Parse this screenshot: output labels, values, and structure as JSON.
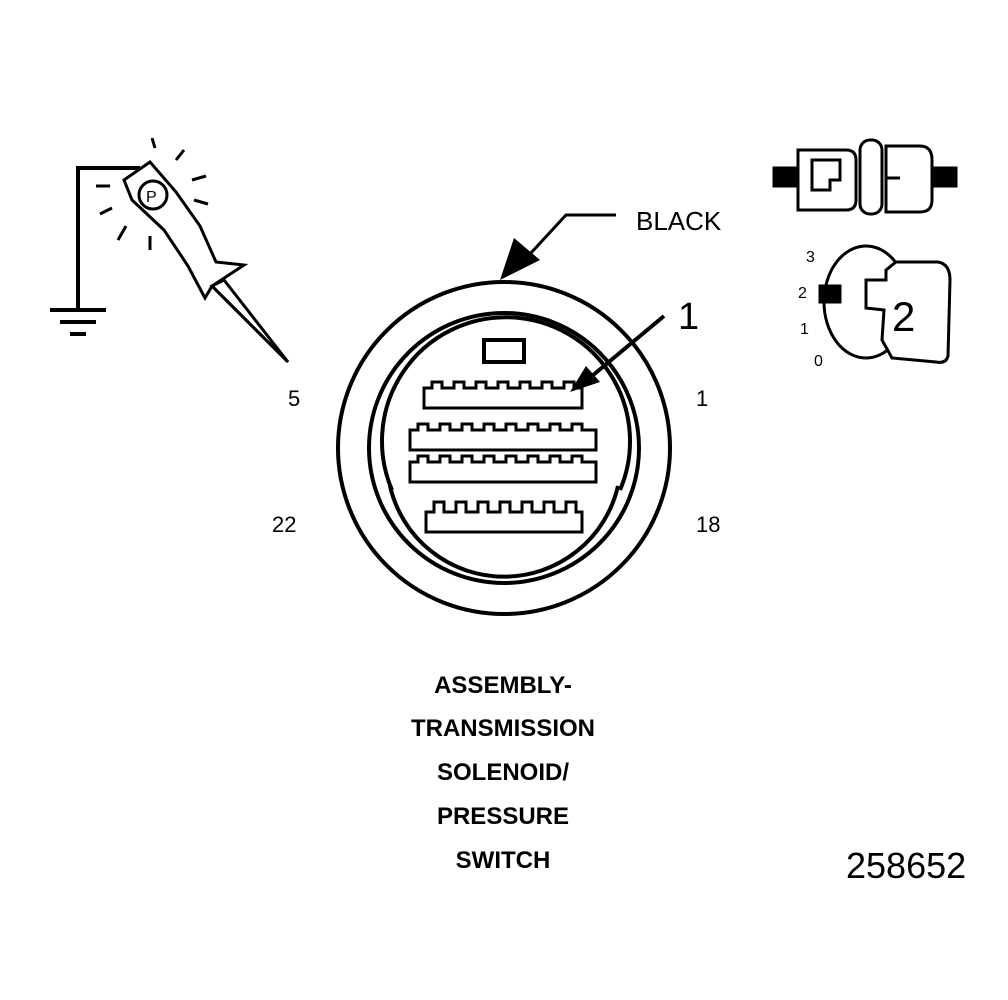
{
  "labels": {
    "wire_color": "BLACK",
    "callout": "1",
    "pin_top_left": "5",
    "pin_top_right": "1",
    "pin_bottom_left": "22",
    "pin_bottom_right": "18",
    "ignition_step": "2",
    "key_pos_3": "3",
    "key_pos_2": "2",
    "key_pos_1": "1",
    "key_pos_0": "0",
    "figure_id": "258652"
  },
  "caption": {
    "line1": "ASSEMBLY-",
    "line2": "TRANSMISSION",
    "line3": "SOLENOID/",
    "line4": "PRESSURE",
    "line5": "SWITCH"
  },
  "icons": {
    "test_lamp": "test-lamp-icon",
    "ground": "ground-icon",
    "connector": "disconnected-connector-icon",
    "ignition_key": "ignition-key-icon"
  },
  "colors": {
    "ink": "#000000",
    "background": "#ffffff"
  }
}
